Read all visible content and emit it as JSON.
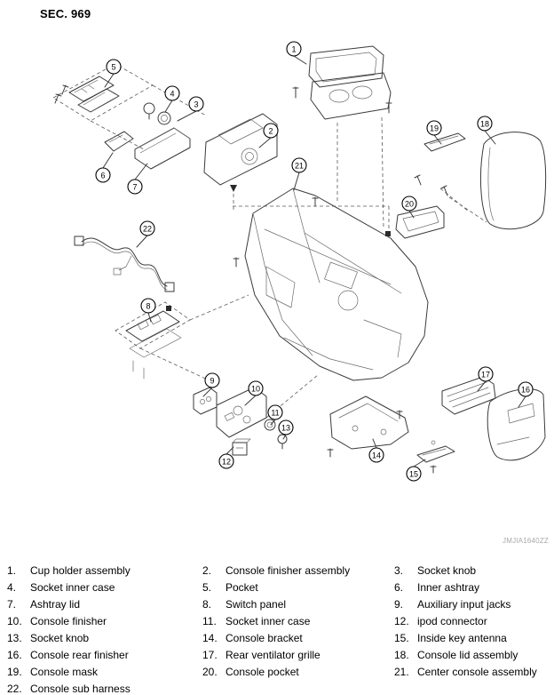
{
  "page": {
    "title": "SEC. 969",
    "figure_id": "JMJIA1640ZZ"
  },
  "callouts": [
    {
      "n": "1"
    },
    {
      "n": "2"
    },
    {
      "n": "3"
    },
    {
      "n": "4"
    },
    {
      "n": "5"
    },
    {
      "n": "6"
    },
    {
      "n": "7"
    },
    {
      "n": "8"
    },
    {
      "n": "9"
    },
    {
      "n": "10"
    },
    {
      "n": "11"
    },
    {
      "n": "12"
    },
    {
      "n": "13"
    },
    {
      "n": "14"
    },
    {
      "n": "15"
    },
    {
      "n": "16"
    },
    {
      "n": "17"
    },
    {
      "n": "18"
    },
    {
      "n": "19"
    },
    {
      "n": "20"
    },
    {
      "n": "21"
    },
    {
      "n": "22"
    }
  ],
  "legend": {
    "items": [
      {
        "num": "1.",
        "label": "Cup holder assembly"
      },
      {
        "num": "2.",
        "label": "Console finisher assembly"
      },
      {
        "num": "3.",
        "label": "Socket knob"
      },
      {
        "num": "4.",
        "label": "Socket inner case"
      },
      {
        "num": "5.",
        "label": "Pocket"
      },
      {
        "num": "6.",
        "label": "Inner ashtray"
      },
      {
        "num": "7.",
        "label": "Ashtray lid"
      },
      {
        "num": "8.",
        "label": "Switch panel"
      },
      {
        "num": "9.",
        "label": "Auxiliary input jacks"
      },
      {
        "num": "10.",
        "label": "Console finisher"
      },
      {
        "num": "11.",
        "label": "Socket inner case"
      },
      {
        "num": "12.",
        "label": "ipod connector"
      },
      {
        "num": "13.",
        "label": "Socket knob"
      },
      {
        "num": "14.",
        "label": "Console bracket"
      },
      {
        "num": "15.",
        "label": "Inside key antenna"
      },
      {
        "num": "16.",
        "label": "Console rear finisher"
      },
      {
        "num": "17.",
        "label": "Rear ventilator grille"
      },
      {
        "num": "18.",
        "label": "Console lid assembly"
      },
      {
        "num": "19.",
        "label": "Console mask"
      },
      {
        "num": "20.",
        "label": "Console pocket"
      },
      {
        "num": "21.",
        "label": "Center console assembly"
      },
      {
        "num": "22.",
        "label": "Console sub harness"
      }
    ]
  }
}
